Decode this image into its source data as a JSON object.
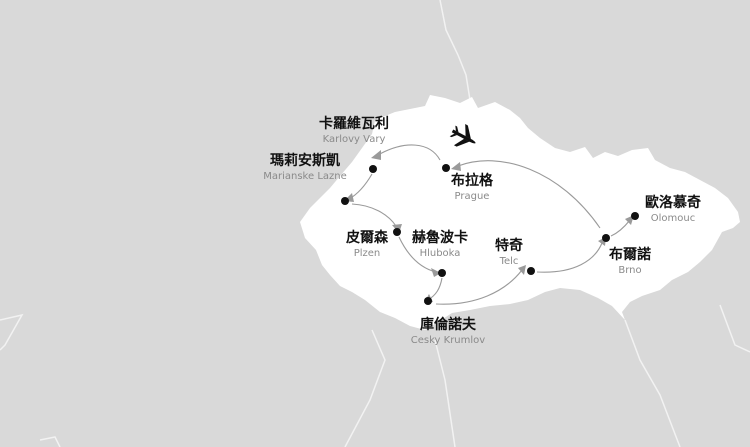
{
  "icons": {
    "plane": "airplane-icon"
  },
  "colors": {
    "background": "#d9d9d9",
    "country": "#ffffff",
    "border": "#f2f2f2",
    "route": "#9a9a9a",
    "dot": "#111111"
  },
  "cities": [
    {
      "id": "karlovy-vary",
      "cn": "卡羅維瓦利",
      "en": "Karlovy Vary"
    },
    {
      "id": "marianske-lazne",
      "cn": "瑪莉安斯凱",
      "en": "Marianske Lazne"
    },
    {
      "id": "prague",
      "cn": "布拉格",
      "en": "Prague"
    },
    {
      "id": "plzen",
      "cn": "皮爾森",
      "en": "Plzen"
    },
    {
      "id": "hluboka",
      "cn": "赫魯波卡",
      "en": "Hluboka"
    },
    {
      "id": "telc",
      "cn": "特奇",
      "en": "Telc"
    },
    {
      "id": "cesky-krumlov",
      "cn": "庫倫諾夫",
      "en": "Cesky Krumlov"
    },
    {
      "id": "brno",
      "cn": "布爾諾",
      "en": "Brno"
    },
    {
      "id": "olomouc",
      "cn": "歐洛慕奇",
      "en": "Olomouc"
    }
  ]
}
